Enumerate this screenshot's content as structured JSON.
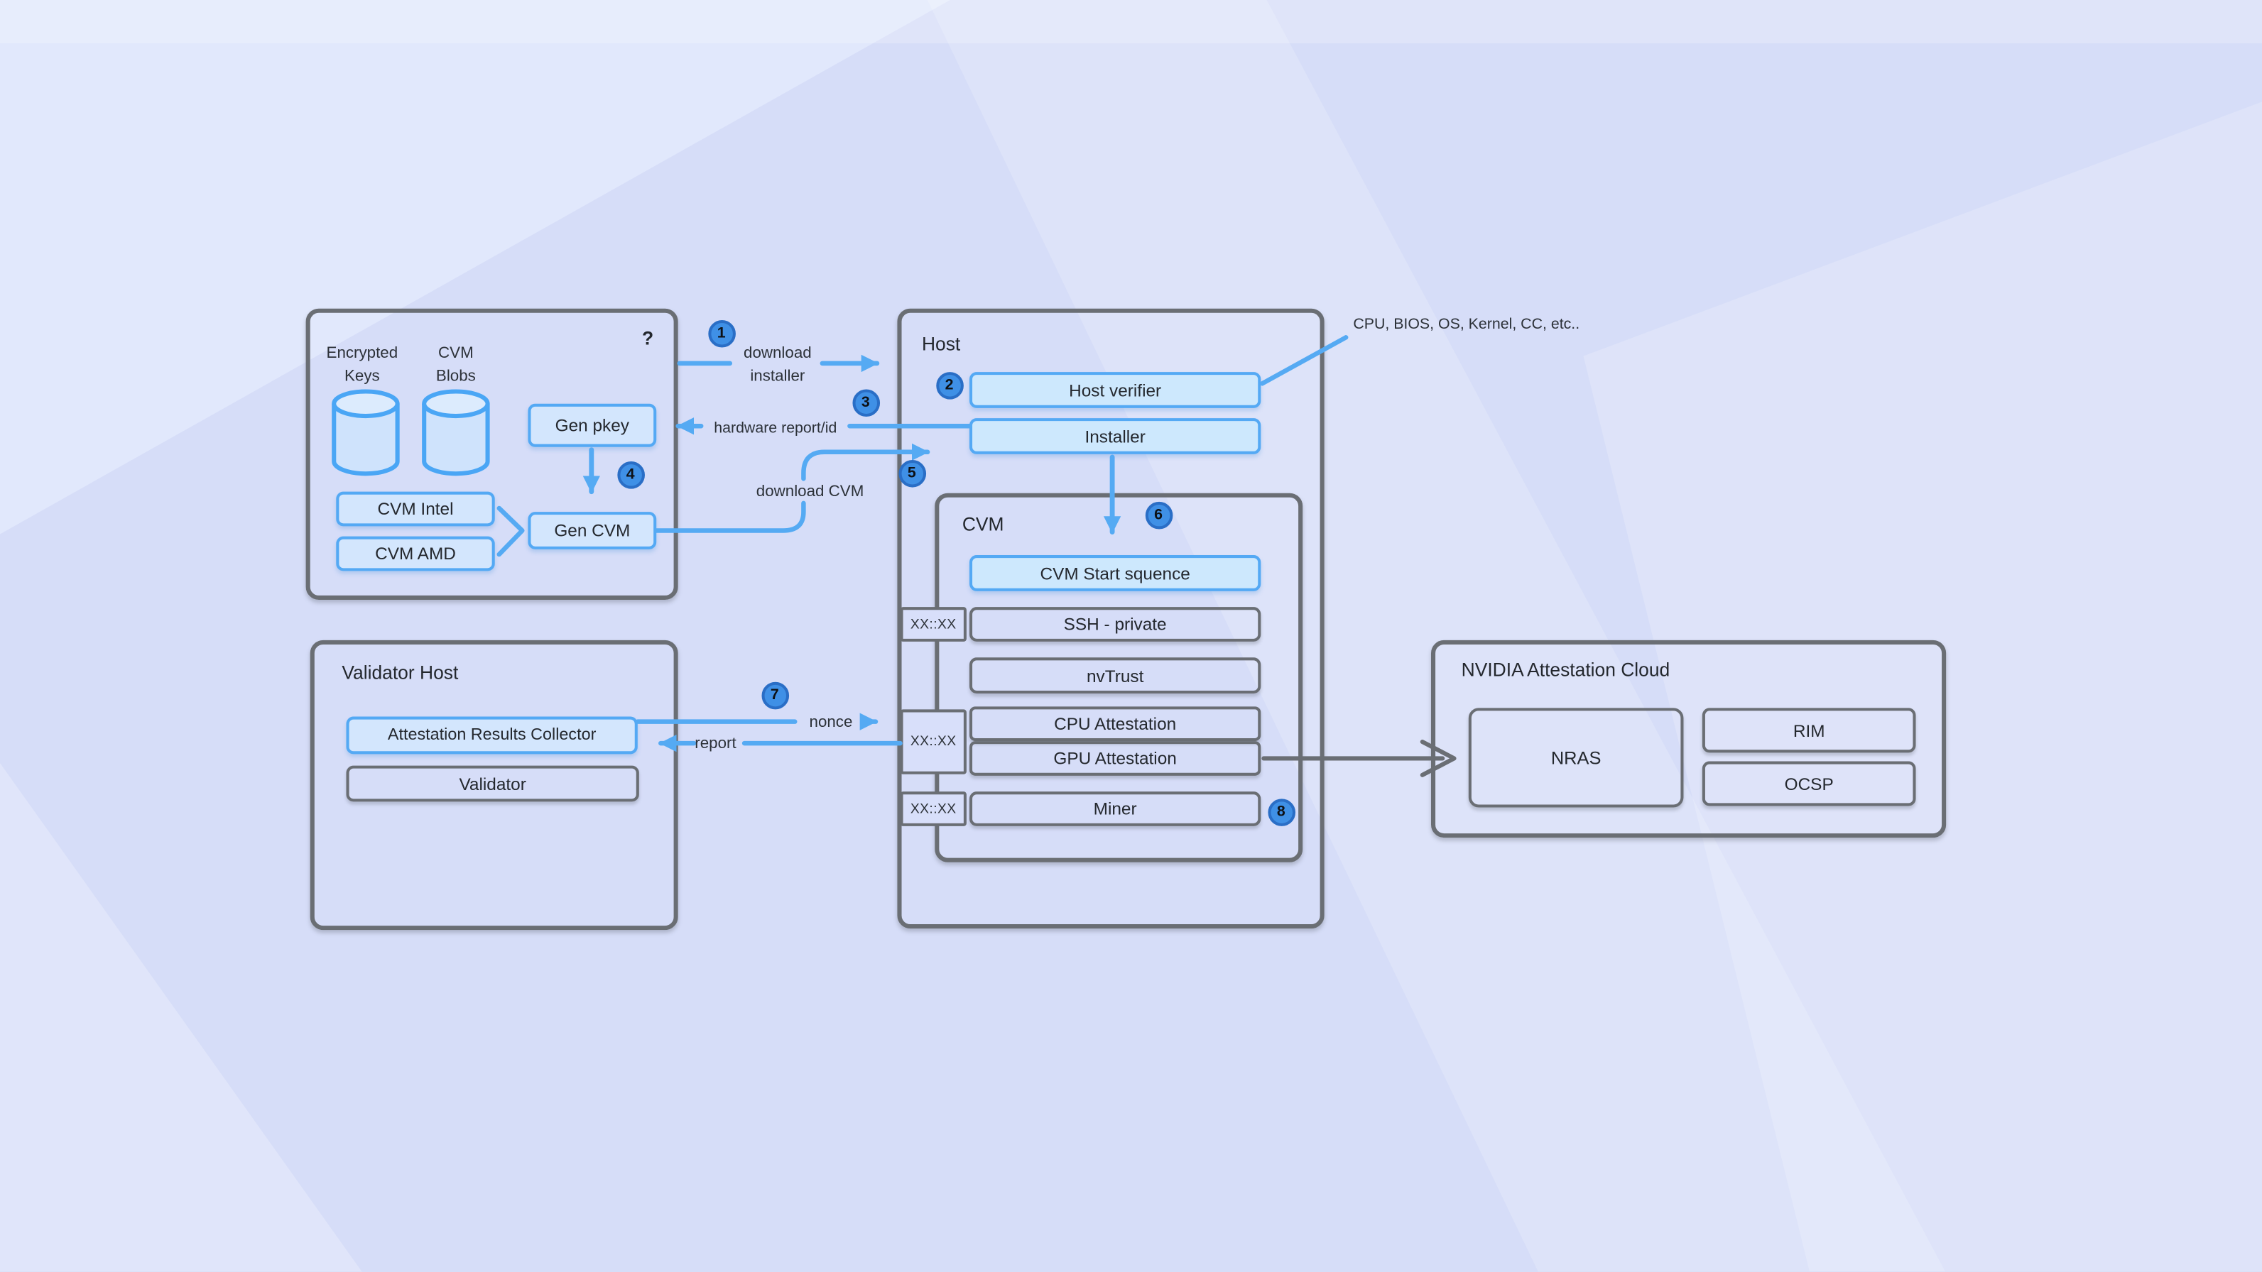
{
  "sources_panel": {
    "question_mark": "?",
    "encrypted_keys_label": "Encrypted Keys",
    "encrypted_keys_line1": "Encrypted",
    "encrypted_keys_line2": "Keys",
    "cvm_blobs_line1": "CVM",
    "cvm_blobs_line2": "Blobs",
    "gen_pkey": "Gen pkey",
    "cvm_intel": "CVM Intel",
    "cvm_amd": "CVM AMD",
    "gen_cvm": "Gen CVM"
  },
  "host_panel": {
    "title": "Host",
    "host_verifier": "Host verifier",
    "installer": "Installer",
    "hw_note": "CPU, BIOS, OS, Kernel, CC, etc.."
  },
  "cvm_panel": {
    "title": "CVM",
    "start_sequence": "CVM Start squence",
    "ssh": "SSH - private",
    "nvtrust": "nvTrust",
    "cpu_attestation": "CPU Attestation",
    "gpu_attestation": "GPU Attestation",
    "miner": "Miner",
    "tag_ssh": "XX::XX",
    "tag_attestation": "XX::XX",
    "tag_miner": "XX::XX"
  },
  "validator_panel": {
    "title": "Validator Host",
    "collector": "Attestation Results Collector",
    "validator": "Validator"
  },
  "nvidia_panel": {
    "title": "NVIDIA Attestation Cloud",
    "nras": "NRAS",
    "rim": "RIM",
    "ocsp": "OCSP"
  },
  "flow_labels": {
    "download_installer_line1": "download",
    "download_installer_line2": "installer",
    "hardware_report": "hardware report/id",
    "download_cvm": "download CVM",
    "nonce": "nonce",
    "report": "report"
  },
  "steps": [
    "1",
    "2",
    "3",
    "4",
    "5",
    "6",
    "7",
    "8"
  ],
  "colors": {
    "accent_blue": "#55aaf3",
    "blue_box_fill": "#cde8fd",
    "border_gray": "#6a6e74",
    "background": "#d6ddf8",
    "step_fill": "#3f90e6",
    "step_ring": "#2a6ec6"
  }
}
